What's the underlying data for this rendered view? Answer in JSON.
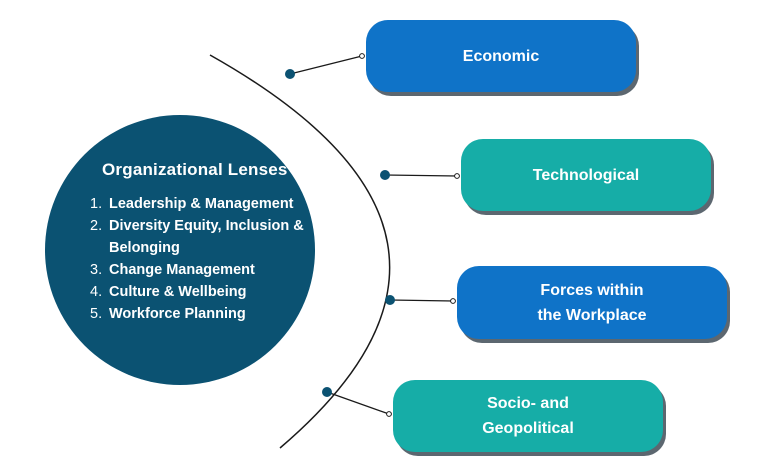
{
  "lenses": {
    "title": "Organizational Lenses",
    "items": [
      {
        "num": "1.",
        "text": "Leadership & Management"
      },
      {
        "num": "2.",
        "text": "Diversity Equity, Inclusion & Belonging"
      },
      {
        "num": "3.",
        "text": "Change Management"
      },
      {
        "num": "4.",
        "text": "Culture & Wellbeing"
      },
      {
        "num": "5.",
        "text": "Workforce Planning"
      }
    ]
  },
  "forces": [
    {
      "id": "economic",
      "lines": [
        "Economic"
      ],
      "color": "#0f73c8"
    },
    {
      "id": "technological",
      "lines": [
        "Technological"
      ],
      "color": "#16ada7"
    },
    {
      "id": "forces-within-workplace",
      "lines": [
        "Forces within",
        "the Workplace"
      ],
      "color": "#0f73c8"
    },
    {
      "id": "socio-geopolitical",
      "lines": [
        "Socio- and",
        "Geopolitical"
      ],
      "color": "#16ada7"
    }
  ],
  "colors": {
    "lens_circle": "#0b5272",
    "arc": "#1a1a1a",
    "connector_dot": "#0b5272"
  }
}
